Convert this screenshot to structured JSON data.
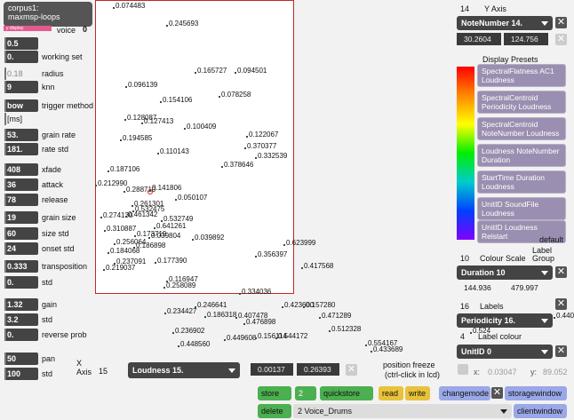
{
  "corpus": {
    "line1": "corpus1:",
    "line2": "maxmsp-loops",
    "badge": "y display"
  },
  "voice": {
    "label": "voice",
    "value": "0"
  },
  "params": [
    {
      "value": "0.5",
      "label": ""
    },
    {
      "value": "0.",
      "label": "working set"
    },
    {
      "value": "0.18",
      "label": "radius"
    },
    {
      "value": "9",
      "label": "knn"
    },
    {
      "value": "bow",
      "label": "trigger method"
    },
    {
      "value": "[ms]",
      "label": ""
    },
    {
      "value": "53.",
      "label": "grain rate"
    },
    {
      "value": "181.",
      "label": "rate std"
    },
    {
      "value": "408",
      "label": "xfade"
    },
    {
      "value": "36",
      "label": "attack"
    },
    {
      "value": "78",
      "label": "release"
    },
    {
      "value": "19",
      "label": "grain size"
    },
    {
      "value": "60",
      "label": "size std"
    },
    {
      "value": "24",
      "label": "onset std"
    },
    {
      "value": "0.333",
      "label": "transposition"
    },
    {
      "value": "0.",
      "label": "std"
    },
    {
      "value": "1.32",
      "label": "gain"
    },
    {
      "value": "3.2",
      "label": "std"
    },
    {
      "value": "0.",
      "label": "reverse prob"
    },
    {
      "value": "50",
      "label": "pan"
    },
    {
      "value": "100",
      "label": "std"
    }
  ],
  "plot_points": [
    {
      "t": "0.074483"
    },
    {
      "t": "0.245693"
    },
    {
      "t": "0.165727"
    },
    {
      "t": "0.094501"
    },
    {
      "t": "0.096139"
    },
    {
      "t": "0.154106"
    },
    {
      "t": "0.078258"
    },
    {
      "t": "0.128087"
    },
    {
      "t": "0.127413"
    },
    {
      "t": "0.100409"
    },
    {
      "t": "0.122067"
    },
    {
      "t": "0.194585"
    },
    {
      "t": "0.370377"
    },
    {
      "t": "0.110143"
    },
    {
      "t": "0.332539"
    },
    {
      "t": "0.378646"
    },
    {
      "t": "0.187106"
    },
    {
      "t": "0.212990"
    },
    {
      "t": "0.288710"
    },
    {
      "t": "0.141806"
    },
    {
      "t": "0.050107"
    },
    {
      "t": "0.261301"
    },
    {
      "t": "0.532475"
    },
    {
      "t": "0.274130"
    },
    {
      "t": "0.461342"
    },
    {
      "t": "0.532749"
    },
    {
      "t": "0.641261"
    },
    {
      "t": "0.310887"
    },
    {
      "t": "0.173719"
    },
    {
      "t": "0.039804"
    },
    {
      "t": "0.039892"
    },
    {
      "t": "0.623999"
    },
    {
      "t": "0.256064"
    },
    {
      "t": "0.186898"
    },
    {
      "t": "0.184068"
    },
    {
      "t": "0.356397"
    },
    {
      "t": "0.237091"
    },
    {
      "t": "0.177390"
    },
    {
      "t": "0.417568"
    },
    {
      "t": "0.219037"
    },
    {
      "t": "0.116947"
    },
    {
      "t": "0.258089"
    },
    {
      "t": "0.334036"
    },
    {
      "t": "0.246641"
    },
    {
      "t": "0.423600"
    },
    {
      "t": "0.157280"
    },
    {
      "t": "0.234427"
    },
    {
      "t": "0.186318"
    },
    {
      "t": "0.407478"
    },
    {
      "t": "0.476898"
    },
    {
      "t": "0.471289"
    },
    {
      "t": "0.236902"
    },
    {
      "t": "0.449608"
    },
    {
      "t": "0.156114"
    },
    {
      "t": "0.544172"
    },
    {
      "t": "0.448560"
    },
    {
      "t": "0.512328"
    },
    {
      "t": "0.554167"
    },
    {
      "t": "0.524"
    },
    {
      "t": "0.440"
    },
    {
      "t": "0.433689"
    }
  ],
  "xaxis": {
    "label": "X",
    "label2": "Axis",
    "value": "15",
    "menu": "Loudness 15.",
    "min": "0.00137",
    "max": "0.26393"
  },
  "position_freeze": {
    "line1": "position freeze",
    "line2": "(ctrl-click in lcd)"
  },
  "coords": {
    "x_label": "x:",
    "x_value": "0.03047",
    "y_label": "y:",
    "y_value": "89.052"
  },
  "yaxis": {
    "value": "14",
    "label": "Y Axis",
    "menu": "NoteNumber 14.",
    "min": "30.2604",
    "max": "124.756"
  },
  "display_presets": {
    "title": "Display Presets",
    "items": [
      "SpectralFlatness AC1 Loudness",
      "SpectralCentroid Periodicity Loudness",
      "SpectralCentroid NoteNumber Loudness",
      "Loudness NoteNumber Duration",
      "StartTime Duration Loudness",
      "UnitID SoundFile Loudness",
      "UnitID Loudness Relstart"
    ],
    "default": "default"
  },
  "colour_scale": {
    "value": "10",
    "label": "Colour Scale",
    "label_group": "Label Group",
    "menu": "Duration 10",
    "min": "144.936",
    "max": "479.997"
  },
  "labels": {
    "value": "16",
    "label": "Labels",
    "menu": "Periodicity 16.",
    "colour_value": "4",
    "colour_label": "Label colour",
    "colour_menu": "UnitID 0"
  },
  "bottom": {
    "store": "store",
    "store_value": "2",
    "quickstore": "quickstore",
    "read": "read",
    "write": "write",
    "changemode": "changemode",
    "storagewindow": "storagewindow",
    "delete": "delete",
    "preset_menu": "2 Voice_Drums",
    "clientwindow": "clientwindow"
  },
  "colors": {
    "panel": "#444444",
    "preset": "#9a8fb0",
    "plot_border": "#c0282a",
    "store_green": "#4caf50",
    "read_yellow": "#e8c23a",
    "blue_btn": "#9aa8e8"
  }
}
